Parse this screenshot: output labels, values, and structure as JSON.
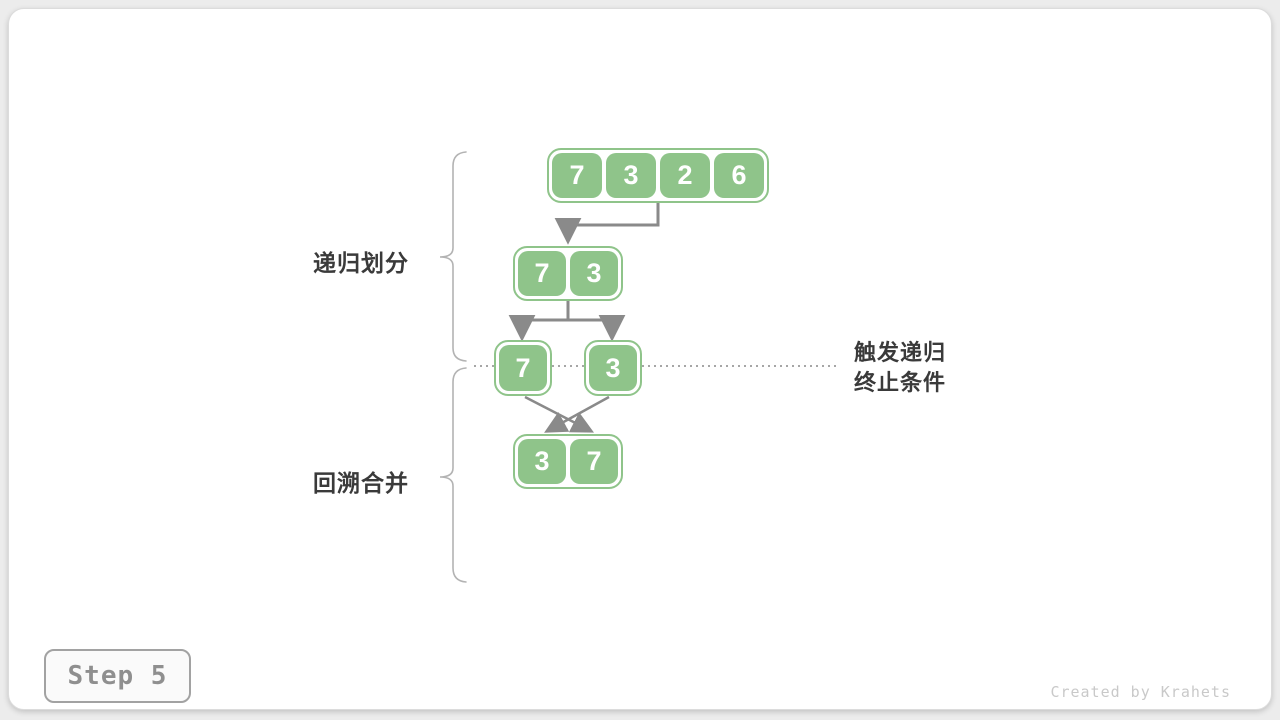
{
  "diagram": {
    "top_array": {
      "cells": [
        "7",
        "3",
        "2",
        "6"
      ]
    },
    "level2_array": {
      "cells": [
        "7",
        "3"
      ]
    },
    "single_left": {
      "cells": [
        "7"
      ]
    },
    "single_right": {
      "cells": [
        "3"
      ]
    },
    "merged_array": {
      "cells": [
        "3",
        "7"
      ]
    },
    "label_divide": "递归划分",
    "label_merge": "回溯合并",
    "label_terminate_line1": "触发递归",
    "label_terminate_line2": "终止条件"
  },
  "step_badge": {
    "label": "Step 5"
  },
  "watermark": {
    "text": "Created by Krahets"
  },
  "colors": {
    "green": "#8FC48A",
    "arrow_gray": "#8A8A8A",
    "label_dark": "#3A3A3A",
    "brace_gray": "#B3B3B3",
    "dotted_gray": "#9A9A9A",
    "badge_text": "#8F8F8F",
    "watermark_gray": "#C9C9C9"
  }
}
